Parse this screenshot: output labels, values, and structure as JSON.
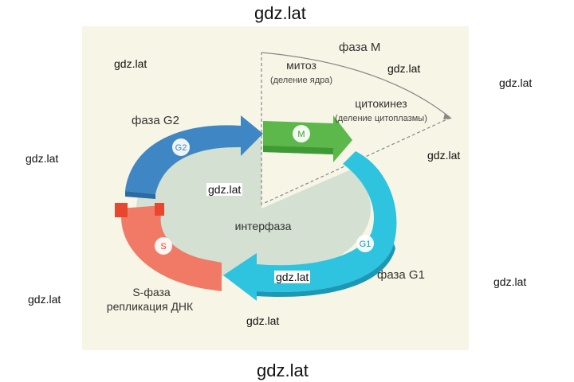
{
  "diagram": {
    "phase_m": "фаза М",
    "mitosis": "митоз",
    "mitosis_note": "(деление ядра)",
    "cytokinesis": "цитокинез",
    "cytokinesis_note": "(деление цитоплазмы)",
    "phase_g2": "фаза G2",
    "phase_g1": "фаза G1",
    "interphase": "интерфаза",
    "s_phase": "S-фаза",
    "dna_replication": "репликация ДНК",
    "badge_g2": "G2",
    "badge_m": "M",
    "badge_g1": "G1",
    "badge_s": "S",
    "colors": {
      "g2": "#3f86c4",
      "m": "#5cb84a",
      "g1": "#2ec4df",
      "s": "#f07a66",
      "interphase": "#d3e0d2",
      "background": "#f7f5e6"
    }
  },
  "watermarks": {
    "top": "gdz.lat",
    "bottom": "gdz.lat",
    "w1": "gdz.lat",
    "w2": "gdz.lat",
    "w3": "gdz.lat",
    "w4": "gdz.lat",
    "w5": "gdz.lat",
    "w6": "gdz.lat",
    "w7": "gdz.lat",
    "w8": "gdz.lat",
    "w9": "gdz.lat",
    "w10": "gdz.lat"
  }
}
